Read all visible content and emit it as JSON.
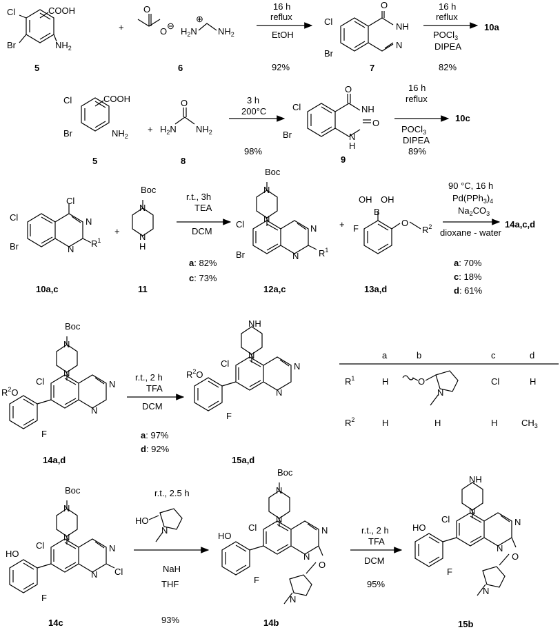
{
  "compounds": {
    "c5a": "5",
    "c6": "6",
    "c7": "7",
    "c10a": "10a",
    "c5b": "5",
    "c8": "8",
    "c9": "9",
    "c10c": "10c",
    "c10ac": "10a,c",
    "c11": "11",
    "c12ac": "12a,c",
    "c13ad": "13a,d",
    "c14acd": "14a,c,d",
    "c14ad": "14a,d",
    "c15ad": "15a,d",
    "c14c": "14c",
    "c14b": "14b",
    "c15b": "15b"
  },
  "groups": {
    "cooh": "COOH",
    "nh2": "NH",
    "cl": "Cl",
    "br": "Br",
    "o": "O",
    "oh": "OH",
    "ho": "HO",
    "nh": "NH",
    "n": "N",
    "boc": "Boc",
    "f": "F",
    "h": "H",
    "b": "B",
    "r": "R",
    "r2o": "R",
    "sup1": "1",
    "sup2": "2",
    "sub2": "2",
    "minus": "⊖",
    "plus": "⊕",
    "sub3": "3",
    "ch3": "CH"
  },
  "reactions": {
    "r1": {
      "time": "16 h",
      "cond": "reflux",
      "solvent": "EtOH",
      "yield": "92%"
    },
    "r2": {
      "time": "16 h",
      "cond": "reflux",
      "reagent1": "POCl",
      "reagent2": "DIPEA",
      "yield": "82%"
    },
    "r3": {
      "time": "3 h",
      "cond": "200°C",
      "yield": "98%"
    },
    "r4": {
      "time": "16 h",
      "cond": "reflux",
      "reagent1": "POCl",
      "reagent2": "DIPEA",
      "yield": "89%"
    },
    "r5": {
      "time": "r.t., 3h",
      "reagent": "TEA",
      "solvent": "DCM",
      "ya_k": "a",
      "ya": ": 82%",
      "yc_k": "c",
      "yc": ": 73%"
    },
    "r6": {
      "time": "90 °C, 16 h",
      "cat": "Pd(PPh",
      "cat2": ")",
      "base": "Na",
      "base2": "CO",
      "solvent": "dioxane - water",
      "ya_k": "a",
      "ya": ": 70%",
      "yc_k": "c",
      "yc": ": 18%",
      "yd_k": "d",
      "yd": ": 61%"
    },
    "r7": {
      "time": "r.t., 2 h",
      "reagent": "TFA",
      "solvent": "DCM",
      "ya_k": "a",
      "ya": ": 97%",
      "yd_k": "d",
      "yd": ": 92%"
    },
    "r8": {
      "time": "r.t., 2.5 h",
      "base": "NaH",
      "solvent": "THF",
      "yield": "93%"
    },
    "r9": {
      "time": "r.t., 2 h",
      "reagent": "TFA",
      "solvent": "DCM",
      "yield": "95%"
    }
  },
  "table": {
    "headers": [
      "a",
      "b",
      "c",
      "d"
    ],
    "r1_label": "R",
    "r1_sup": "1",
    "r1_values": [
      "H",
      "Cl",
      "H"
    ],
    "r2_label": "R",
    "r2_sup": "2",
    "r2_values": [
      "H",
      "H",
      "H"
    ],
    "r2_d": "CH",
    "r2_d_sub": "3"
  }
}
